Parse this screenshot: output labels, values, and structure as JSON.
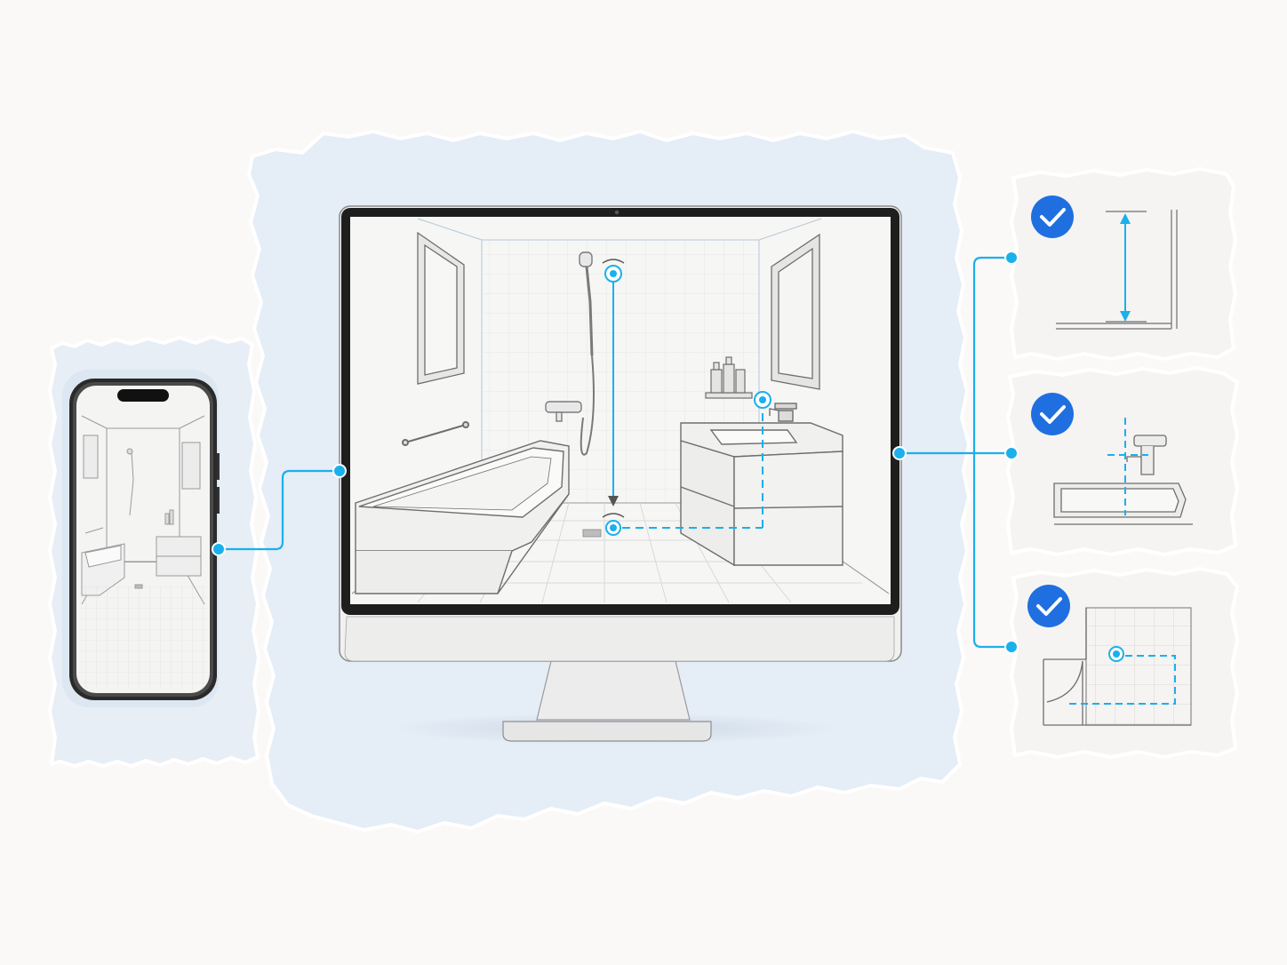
{
  "colors": {
    "page_background": "#fbf9f7",
    "paper_blue": "#e6eef7",
    "paper_white": "#f7f5f3",
    "accent_blue": "#1ab0ec",
    "check_badge": "#1f6fe0",
    "sketch_line": "#8e8e8e",
    "device_frame": "#1f1f1f"
  },
  "diagram": {
    "source_device": {
      "kind": "smartphone",
      "screen": "bathroom-sketch",
      "icon": "smartphone-icon"
    },
    "workstation": {
      "kind": "desktop-monitor",
      "screen": "bathroom-sketch-with-measurements",
      "icon": "monitor-icon"
    },
    "checks": [
      {
        "icon": "check-circle-icon",
        "status": "verified",
        "detail": "height-dimension"
      },
      {
        "icon": "check-circle-icon",
        "status": "verified",
        "detail": "faucet-centerline"
      },
      {
        "icon": "check-circle-icon",
        "status": "verified",
        "detail": "floor-plan-drain-route"
      }
    ],
    "connectors": [
      {
        "from": "source_device",
        "to": "workstation"
      },
      {
        "from": "workstation",
        "to": "checks"
      }
    ]
  }
}
